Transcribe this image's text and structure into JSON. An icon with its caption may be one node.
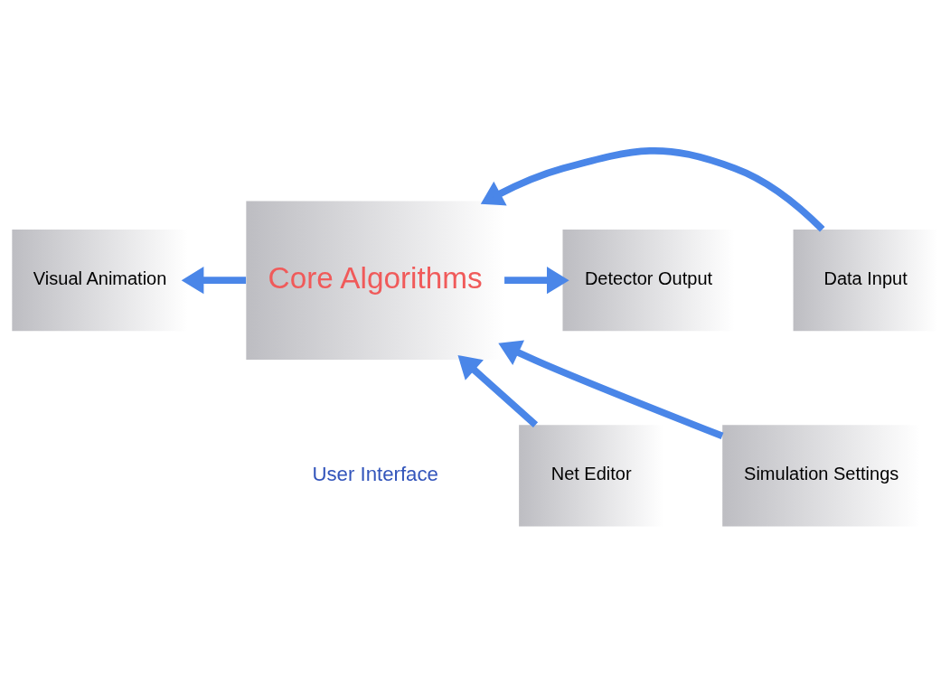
{
  "diagram": {
    "nodes": [
      {
        "text": [
          "Visual Animation"
        ]
      },
      {
        "text": [
          "Data Input"
        ]
      },
      {
        "text": [
          "Core Algorithms"
        ]
      },
      {
        "text": [
          "Detector Output"
        ]
      },
      {
        "text": [
          "Net Editor"
        ]
      },
      {
        "text": [
          "Simulation Settings"
        ]
      }
    ],
    "edges": [
      {
        "from": 2,
        "to": 0,
        "arrow": "to"
      },
      {
        "from": 1,
        "to": 2,
        "arrow": "to"
      },
      {
        "from": 2,
        "to": 3,
        "arrow": "to"
      },
      {
        "from": 4,
        "to": 2,
        "arrow": "to"
      },
      {
        "from": 5,
        "to": 2,
        "arrow": "to"
      }
    ],
    "labels": [
      "User Interface"
    ]
  }
}
